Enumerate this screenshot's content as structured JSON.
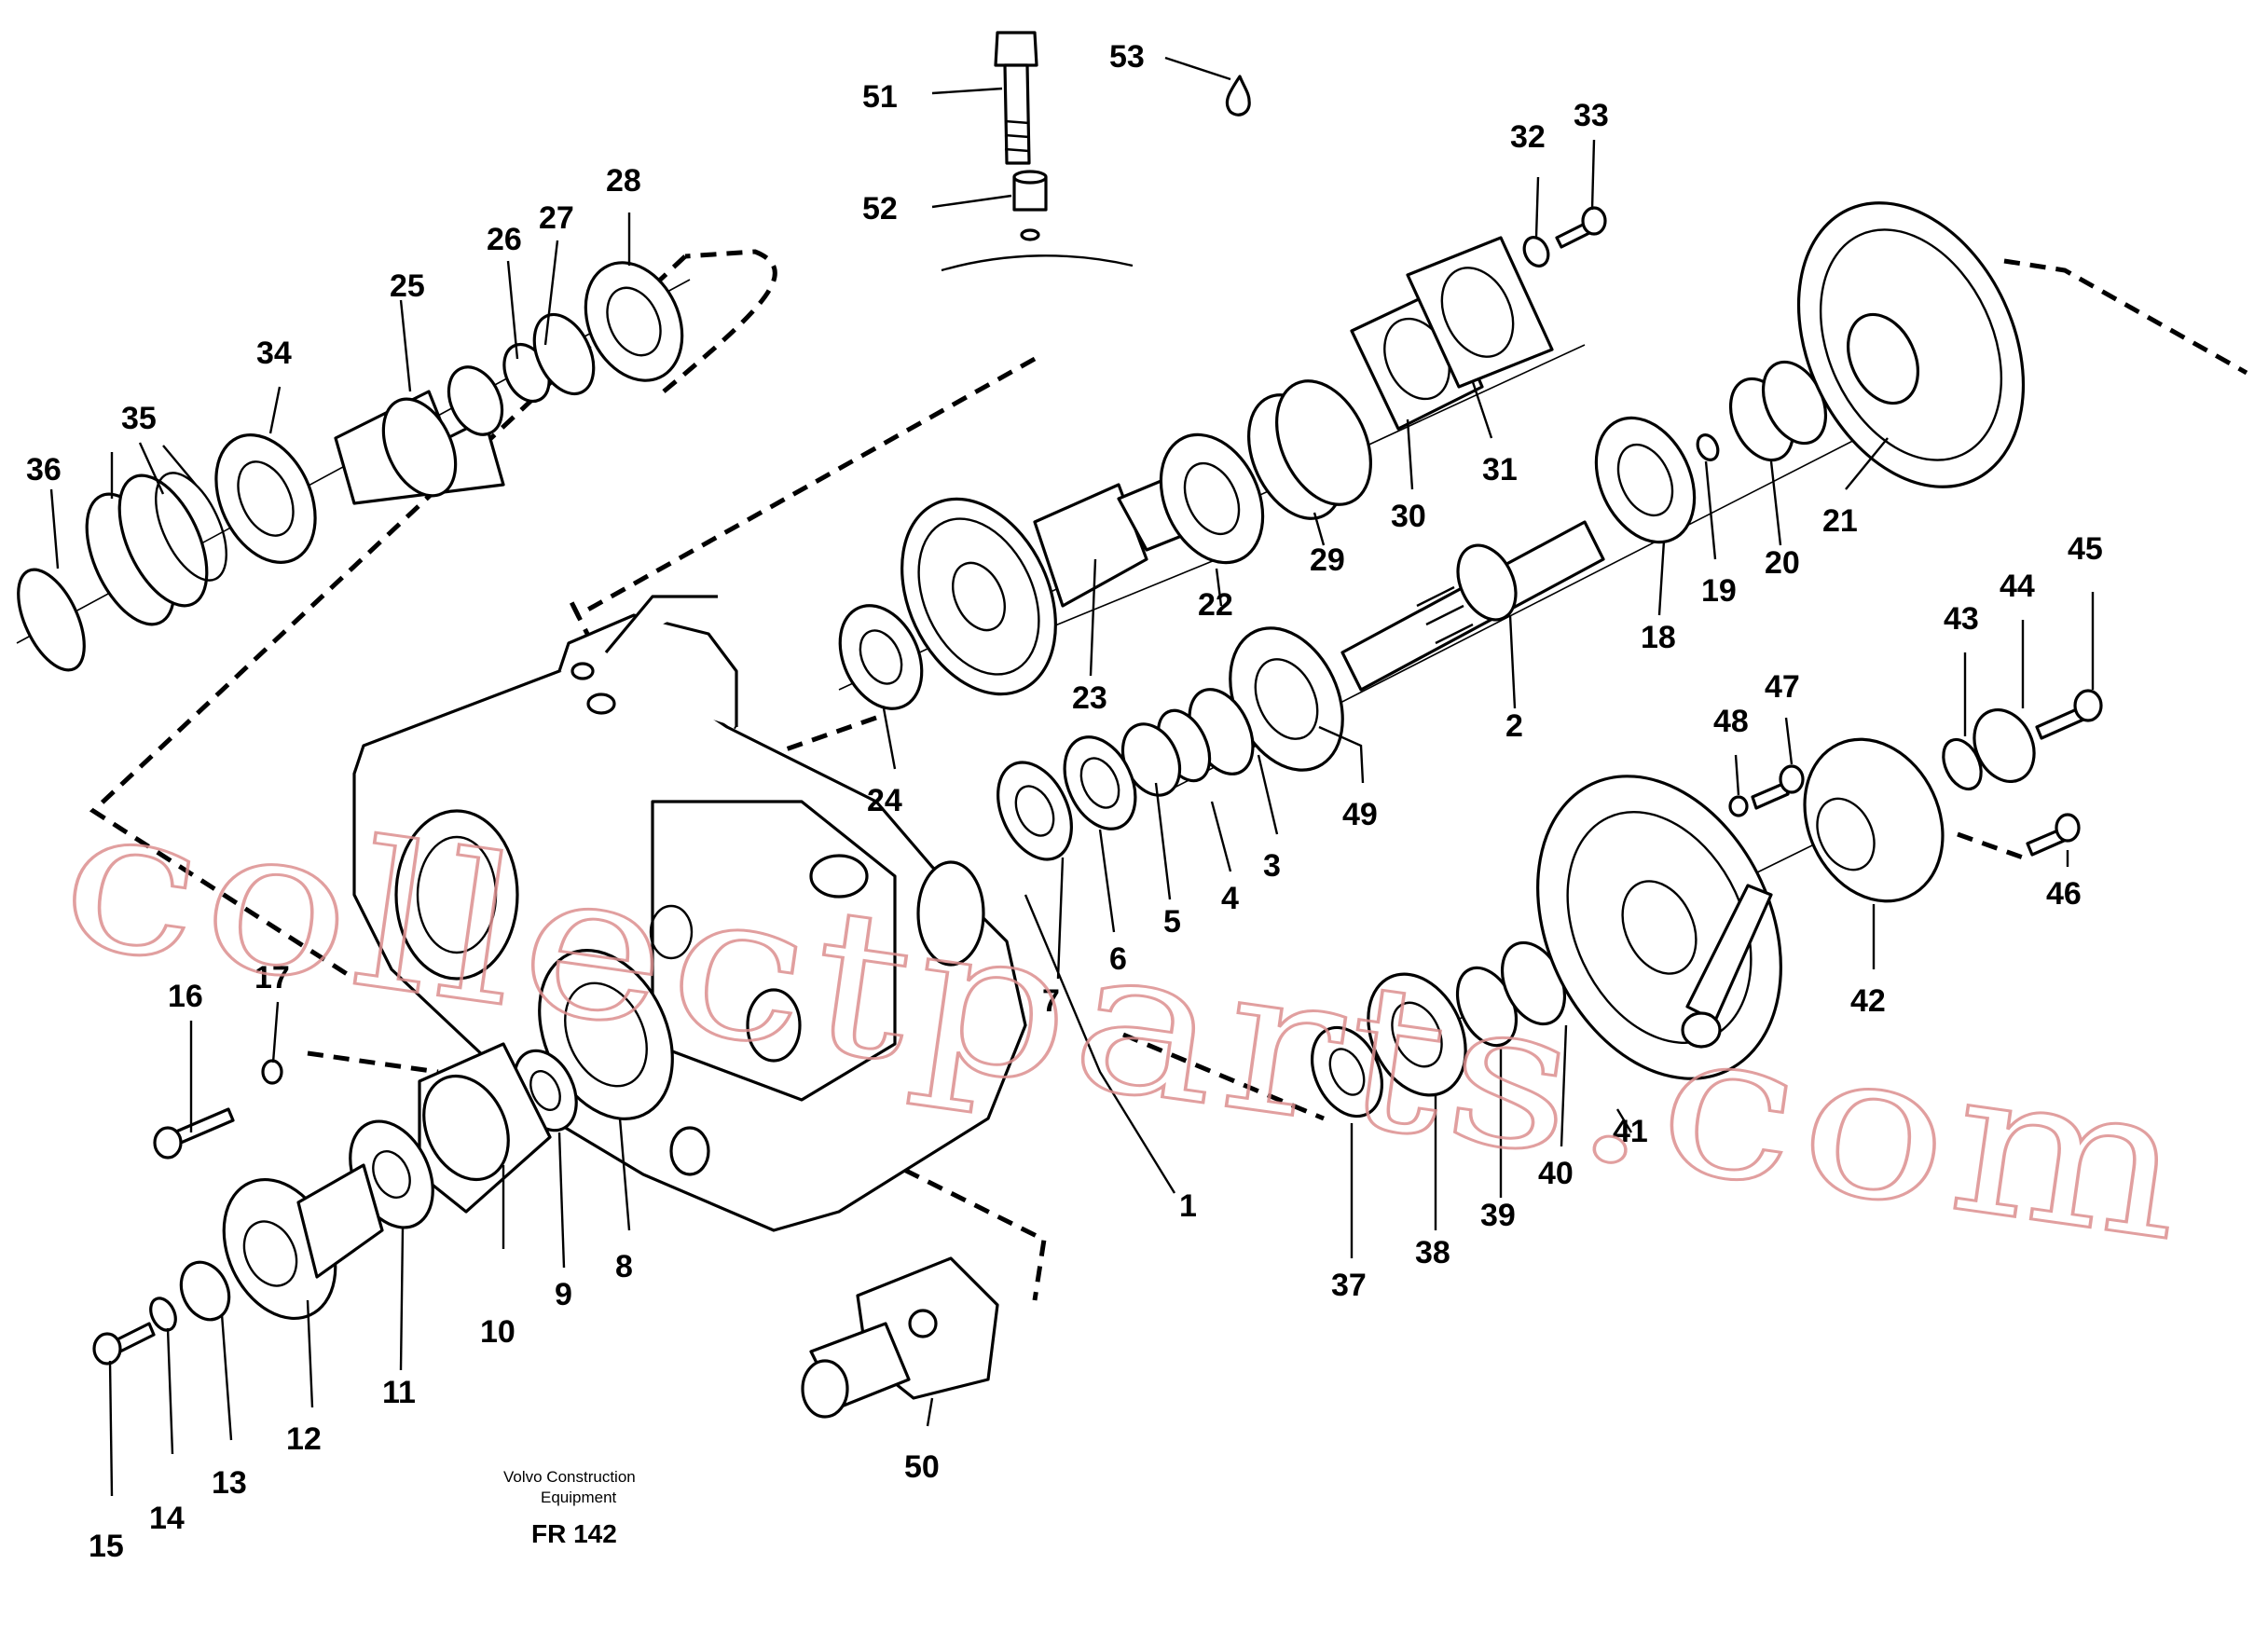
{
  "watermark": "collectparts.com",
  "caption": {
    "maker_line1": "Volvo Construction",
    "maker_line2": "Equipment",
    "figure_id": "FR 142"
  },
  "callouts": [
    "1",
    "2",
    "3",
    "4",
    "5",
    "6",
    "7",
    "8",
    "9",
    "10",
    "11",
    "12",
    "13",
    "14",
    "15",
    "16",
    "17",
    "18",
    "19",
    "20",
    "21",
    "22",
    "23",
    "24",
    "25",
    "26",
    "27",
    "28",
    "29",
    "30",
    "31",
    "32",
    "33",
    "34",
    "35",
    "36",
    "37",
    "38",
    "39",
    "40",
    "41",
    "42",
    "43",
    "44",
    "45",
    "46",
    "47",
    "48",
    "49",
    "50",
    "51",
    "52",
    "53"
  ],
  "colors": {
    "line": "#000000",
    "watermark": "#dc8f8f",
    "background": "#ffffff"
  }
}
